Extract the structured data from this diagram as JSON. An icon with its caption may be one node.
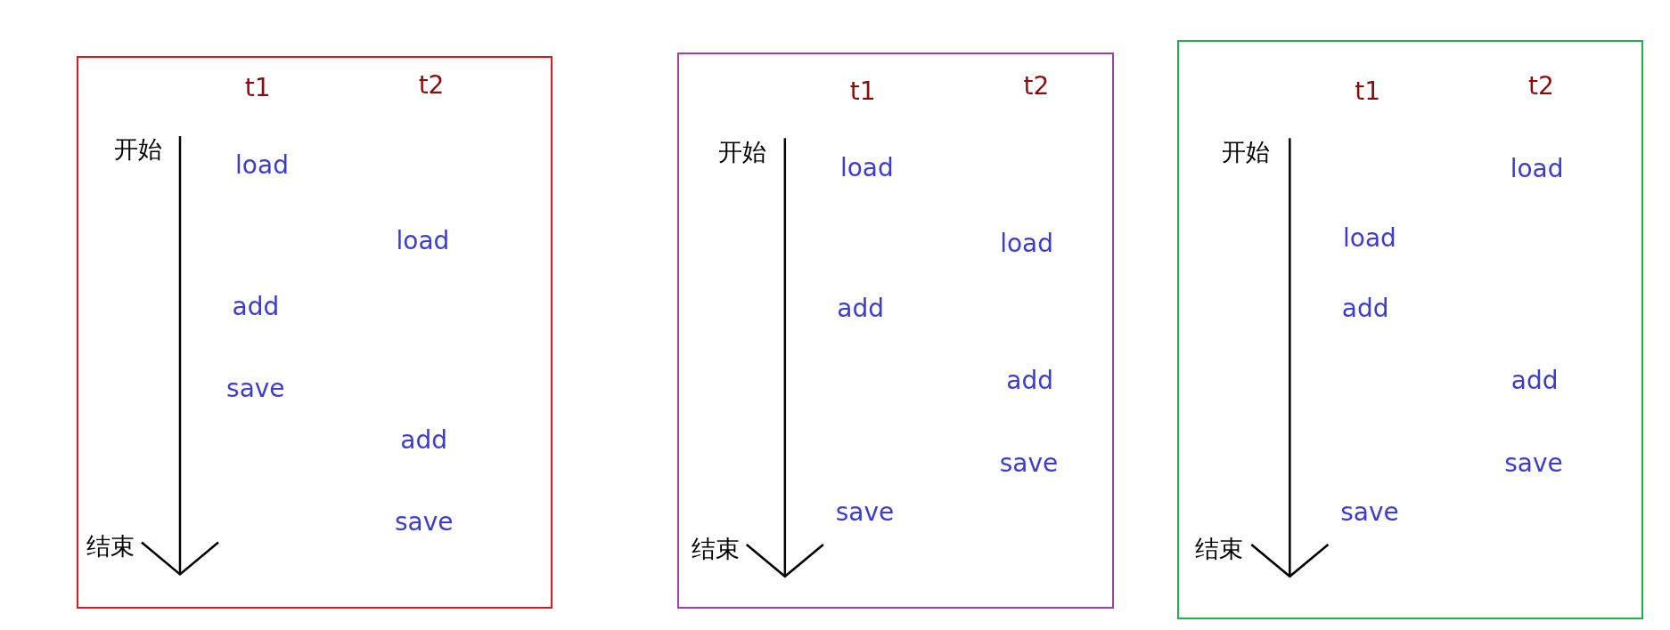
{
  "diagram": {
    "nodes": [
      {
        "text": [],
        "shape": "box"
      },
      {
        "text": [],
        "shape": "box"
      },
      {
        "text": [],
        "shape": "box"
      }
    ],
    "edges": [],
    "labels": [
      "t1",
      "t2",
      "开始",
      "load",
      "load",
      "add",
      "save",
      "add",
      "save",
      "结束",
      "t1",
      "t2",
      "开始",
      "load",
      "load",
      "add",
      "add",
      "save",
      "save",
      "结束",
      "t1",
      "t2",
      "开始",
      "load",
      "load",
      "add",
      "add",
      "save",
      "save",
      "结束"
    ]
  }
}
